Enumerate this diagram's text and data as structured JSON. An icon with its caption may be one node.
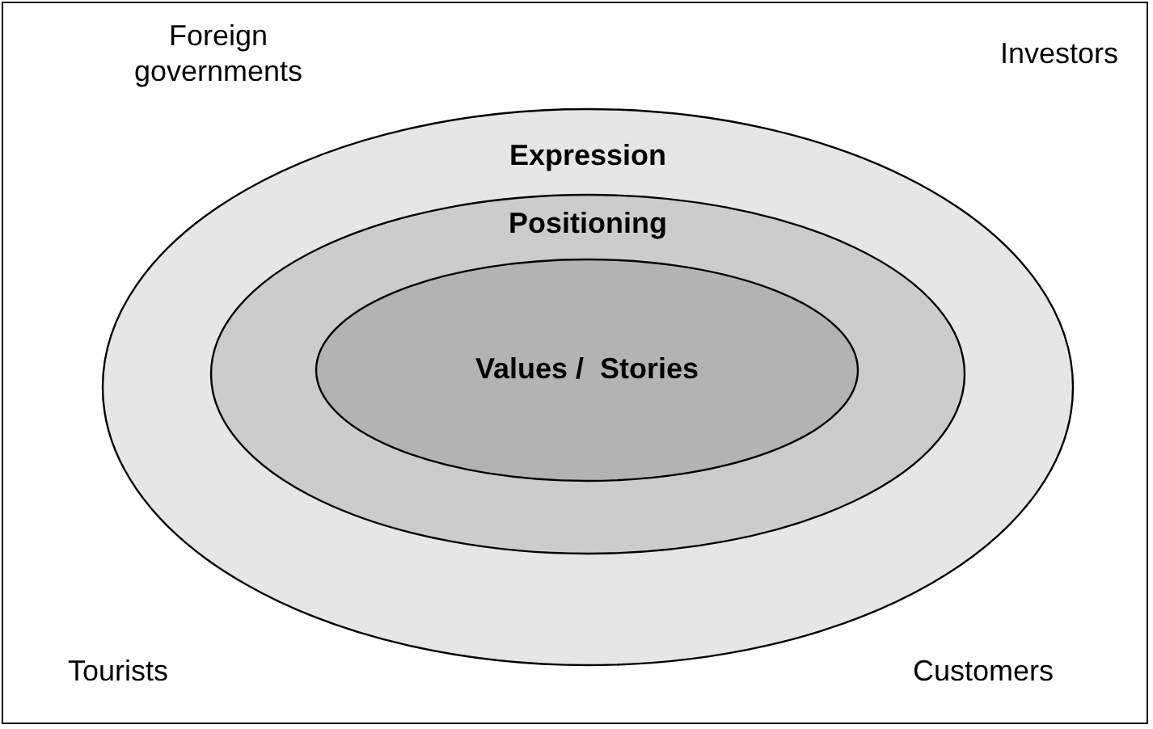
{
  "diagram": {
    "nodes": [
      {
        "text": [
          "Expression"
        ]
      },
      {
        "text": [
          "Positioning"
        ],
        "in": 0
      },
      {
        "text": [
          "Values /  Stories"
        ],
        "in": 1
      }
    ],
    "labels": [
      "Foreign governments",
      "Investors",
      "Tourists",
      "Customers"
    ]
  }
}
